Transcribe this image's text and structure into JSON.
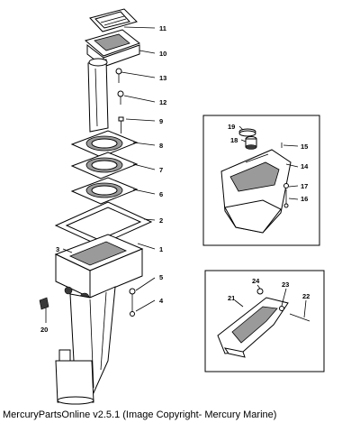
{
  "footer": "MercuryPartsOnline v2.5.1 (Image Copyright- Mercury Marine)",
  "callouts": {
    "c1": "1",
    "c2": "2",
    "c3": "3",
    "c4": "4",
    "c5": "5",
    "c6": "6",
    "c7": "7",
    "c8": "8",
    "c9": "9",
    "c10": "10",
    "c11": "11",
    "c12": "12",
    "c13": "13",
    "c14": "14",
    "c15": "15",
    "c16": "16",
    "c17": "17",
    "c18": "18",
    "c19": "19",
    "c20": "20",
    "c21": "21",
    "c22": "22",
    "c23": "23",
    "c24": "24"
  }
}
